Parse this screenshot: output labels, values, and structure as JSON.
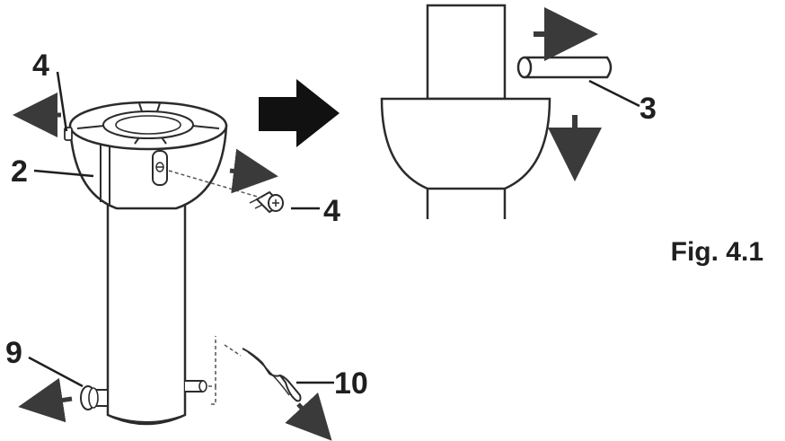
{
  "figure": {
    "caption": "Fig. 4.1"
  },
  "callouts": {
    "left_top_4": "4",
    "left_side_2": "2",
    "left_screw_4": "4",
    "left_pin_9": "9",
    "left_clip_10": "10",
    "right_rod_3": "3"
  },
  "colors": {
    "line": "#2b2b2b",
    "arrow": "#3a3a3a",
    "big_arrow": "#111111",
    "fill": "#ffffff"
  }
}
